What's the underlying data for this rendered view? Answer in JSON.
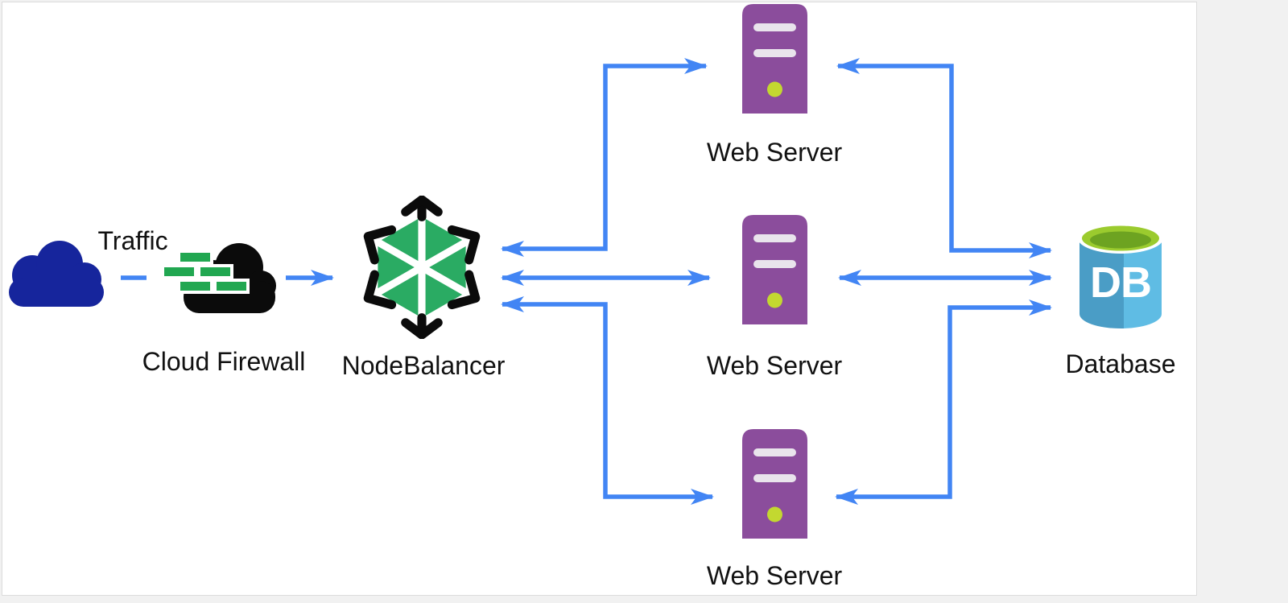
{
  "diagram": {
    "type": "architecture-diagram",
    "nodes": {
      "traffic": {
        "label": "Traffic",
        "icon": "cloud-icon"
      },
      "firewall": {
        "label": "Cloud Firewall",
        "icon": "firewall-brick-cloud-icon"
      },
      "nodebalancer": {
        "label": "NodeBalancer",
        "icon": "hexagon-arrows-icon"
      },
      "web_server_1": {
        "label": "Web Server",
        "icon": "server-tower-icon"
      },
      "web_server_2": {
        "label": "Web Server",
        "icon": "server-tower-icon"
      },
      "web_server_3": {
        "label": "Web Server",
        "icon": "server-tower-icon"
      },
      "database": {
        "label": "Database",
        "icon": "db-cylinder-icon",
        "icon_text": "DB"
      }
    },
    "edges": [
      {
        "from": "traffic",
        "to": "firewall",
        "style": "short-dash",
        "arrows": "none"
      },
      {
        "from": "firewall",
        "to": "nodebalancer",
        "style": "solid",
        "arrows": "forward"
      },
      {
        "from": "nodebalancer",
        "to": "web_server_1",
        "style": "elbow",
        "arrows": "both"
      },
      {
        "from": "nodebalancer",
        "to": "web_server_2",
        "style": "straight",
        "arrows": "both"
      },
      {
        "from": "nodebalancer",
        "to": "web_server_3",
        "style": "elbow",
        "arrows": "both"
      },
      {
        "from": "web_server_1",
        "to": "database",
        "style": "elbow",
        "arrows": "both"
      },
      {
        "from": "web_server_2",
        "to": "database",
        "style": "straight",
        "arrows": "both"
      },
      {
        "from": "web_server_3",
        "to": "database",
        "style": "elbow",
        "arrows": "both"
      }
    ],
    "colors": {
      "arrow_blue": "#4285f4",
      "traffic_cloud_blue": "#16259c",
      "firewall_cloud_black": "#0b0b0b",
      "brick_green": "#21a751",
      "nodebalancer_green": "#2aab63",
      "server_purple": "#8b4d9c",
      "server_bar_gray": "#e9e4ec",
      "server_led_green": "#c3d830",
      "db_body_left": "#4a9dc6",
      "db_body_right": "#5fbce4",
      "db_top_outer_green": "#9bcb2e",
      "db_top_inner_green": "#6da321",
      "canvas_bg": "#ffffff",
      "page_bg": "#f1f1f1"
    }
  }
}
